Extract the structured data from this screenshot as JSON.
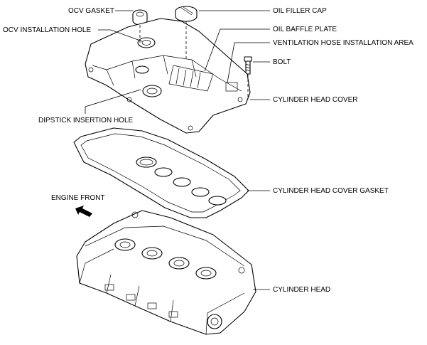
{
  "labels": {
    "ocv_gasket": "OCV GASKET",
    "oil_filler_cap": "OIL FILLER CAP",
    "ocv_installation_hole": "OCV INSTALLATION HOLE",
    "oil_baffle_plate": "OIL BAFFLE PLATE",
    "ventilation_hose_installation_area": "VENTILATION HOSE INSTALLATION AREA",
    "bolt": "BOLT",
    "cylinder_head_cover": "CYLINDER HEAD COVER",
    "dipstick_insertion_hole": "DIPSTICK INSERTION HOLE",
    "cylinder_head_cover_gasket": "CYLINDER HEAD COVER GASKET",
    "engine_front": "ENGINE FRONT",
    "cylinder_head": "CYLINDER HEAD"
  }
}
